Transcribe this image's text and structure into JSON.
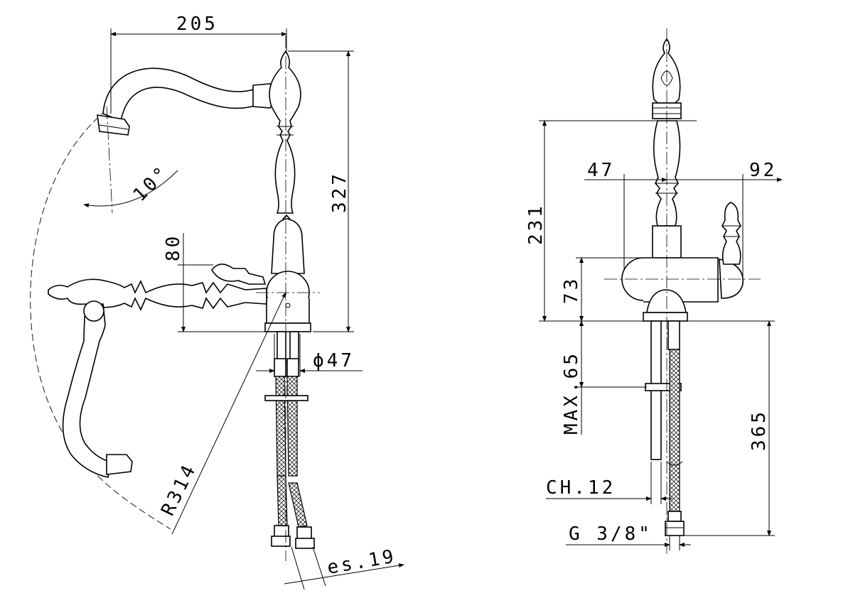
{
  "colors": {
    "line": "#000000",
    "background": "#ffffff"
  },
  "side_view": {
    "dim_spout_reach": "205",
    "dim_total_height": "327",
    "dim_handle_height": "80",
    "dim_spout_angle": "10°",
    "dim_swing_radius": "R314",
    "dim_body_diameter": "ϕ47",
    "dim_wrench_size": "es.19"
  },
  "front_view": {
    "dim_spout_height": "231",
    "dim_left_offset": "47",
    "dim_right_offset": "92",
    "dim_body_height": "73",
    "dim_max_deck": "MAX.65",
    "dim_hose_length": "365",
    "dim_rod_size": "CH.12",
    "dim_thread": "G 3/8\""
  }
}
